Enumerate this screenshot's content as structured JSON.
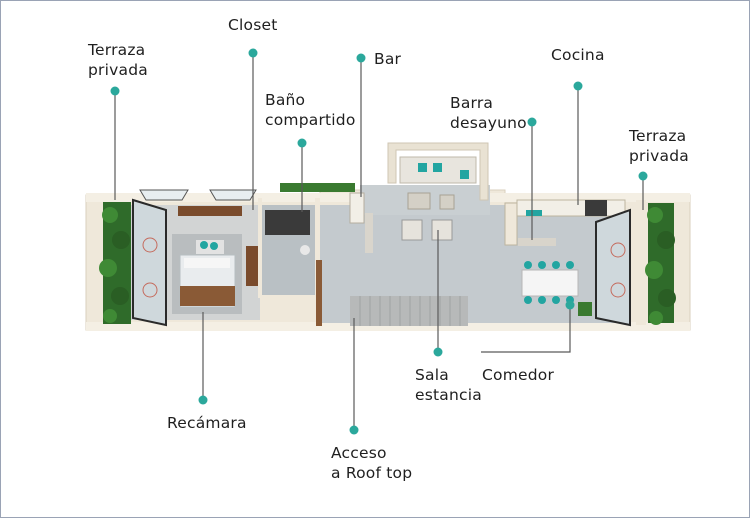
{
  "colors": {
    "accent": "#2ba89c",
    "leader": "#5a5a5a",
    "wall": "#efe8da",
    "floor": "#c7cdd1",
    "wood": "#8a5a36",
    "teal_cushion": "#22a5a1",
    "plants": "#2f6b2a"
  },
  "labels": {
    "terraza_left": {
      "line1": "Terraza",
      "line2": "privada"
    },
    "closet": {
      "line1": "Closet"
    },
    "bar": {
      "line1": "Bar"
    },
    "cocina": {
      "line1": "Cocina"
    },
    "bano": {
      "line1": "Baño",
      "line2": "compartido"
    },
    "barra": {
      "line1": "Barra",
      "line2": "desayuno"
    },
    "terraza_right": {
      "line1": "Terraza",
      "line2": "privada"
    },
    "recamara": {
      "line1": "Recámara"
    },
    "acceso": {
      "line1": "Acceso",
      "line2": "a Roof top"
    },
    "sala": {
      "line1": "Sala",
      "line2": "estancia"
    },
    "comedor": {
      "line1": "Comedor"
    }
  }
}
